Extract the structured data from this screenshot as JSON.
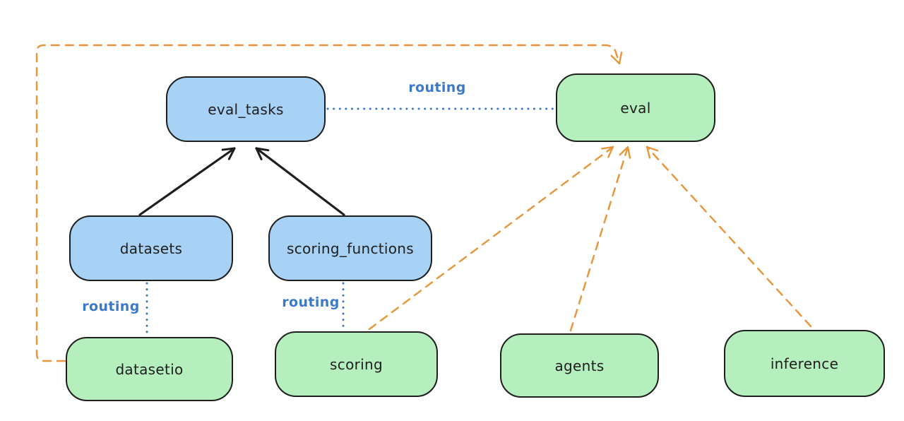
{
  "diagram": {
    "colors": {
      "border": "#1e1e1e",
      "box_blue": "#a7d2f5",
      "box_green": "#b6efbe",
      "routing_blue": "#3d79c9",
      "orange": "#e9973e"
    },
    "nodes": [
      {
        "id": "eval_tasks",
        "label": "eval_tasks",
        "color": "blue"
      },
      {
        "id": "eval",
        "label": "eval",
        "color": "green"
      },
      {
        "id": "datasets",
        "label": "datasets",
        "color": "blue"
      },
      {
        "id": "scoring_functions",
        "label": "scoring_functions",
        "color": "blue"
      },
      {
        "id": "datasetio",
        "label": "datasetio",
        "color": "green"
      },
      {
        "id": "scoring",
        "label": "scoring",
        "color": "green"
      },
      {
        "id": "agents",
        "label": "agents",
        "color": "green"
      },
      {
        "id": "inference",
        "label": "inference",
        "color": "green"
      }
    ],
    "edges": [
      {
        "from": "datasets",
        "to": "eval_tasks",
        "style": "solid-black-arrow",
        "label": ""
      },
      {
        "from": "scoring_functions",
        "to": "eval_tasks",
        "style": "solid-black-arrow",
        "label": ""
      },
      {
        "from": "eval_tasks",
        "to": "eval",
        "style": "dotted-blue",
        "label": "routing"
      },
      {
        "from": "datasets",
        "to": "datasetio",
        "style": "dotted-blue",
        "label": "routing"
      },
      {
        "from": "scoring_functions",
        "to": "scoring",
        "style": "dotted-blue",
        "label": "routing"
      },
      {
        "from": "datasetio",
        "to": "eval",
        "style": "dashed-orange-arrow",
        "label": ""
      },
      {
        "from": "scoring",
        "to": "eval",
        "style": "dashed-orange-arrow",
        "label": ""
      },
      {
        "from": "agents",
        "to": "eval",
        "style": "dashed-orange-arrow",
        "label": ""
      },
      {
        "from": "inference",
        "to": "eval",
        "style": "dashed-orange-arrow",
        "label": ""
      }
    ]
  }
}
